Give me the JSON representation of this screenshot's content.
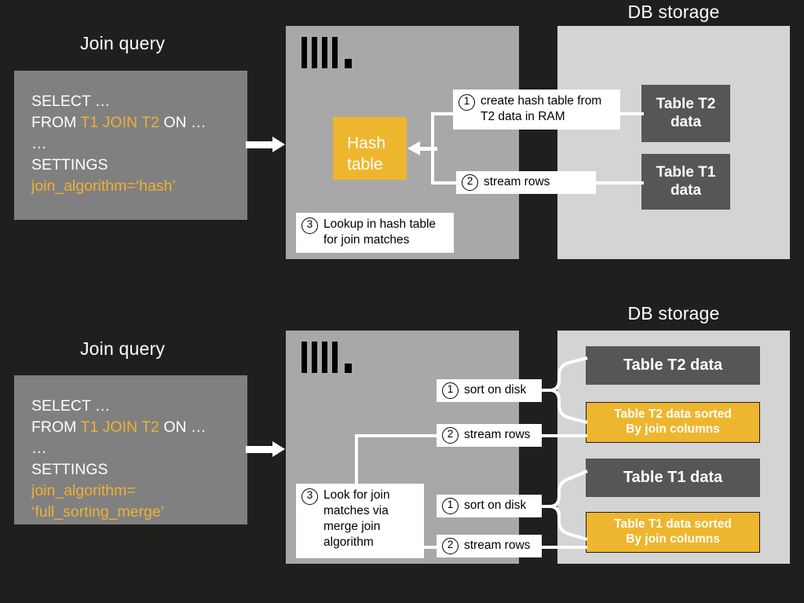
{
  "diagram": {
    "title_hash_query": "Join query",
    "title_hash_storage": "DB storage",
    "title_merge_query": "Join query",
    "title_merge_storage": "DB storage"
  },
  "colors": {
    "background": "#1f1f1d",
    "query_box": "#808080",
    "server_panel": "#a8a8a8",
    "db_panel": "#d4d4d4",
    "table_chip": "#565656",
    "accent_yellow": "#eeb62e",
    "text_white": "#ffffff",
    "callout_bg": "#ffffff"
  },
  "hash_join": {
    "query": {
      "line1": "SELECT …",
      "line2_prefix": "FROM ",
      "line2_highlight": "T1 JOIN T2",
      "line2_suffix": " ON …",
      "line3": "…",
      "line4": "SETTINGS",
      "line5": "join_algorithm=‘hash’"
    },
    "hash_table_label": "Hash\ntable",
    "hash_table_line1": "Hash",
    "hash_table_line2": "table",
    "steps": [
      {
        "num": "1",
        "text": "create hash table from\nT2 data in RAM"
      },
      {
        "num": "2",
        "text": "stream rows"
      },
      {
        "num": "3",
        "text": "Lookup in hash table\nfor join matches"
      }
    ],
    "storage_tables": [
      {
        "line1": "Table T2",
        "line2": "data"
      },
      {
        "line1": "Table T1",
        "line2": "data"
      }
    ]
  },
  "merge_join": {
    "query": {
      "line1": "SELECT …",
      "line2_prefix": "FROM ",
      "line2_highlight": "T1 JOIN T2",
      "line2_suffix": " ON …",
      "line3": "…",
      "line4": "SETTINGS",
      "line5": "join_algorithm=",
      "line6": "‘full_sorting_merge’"
    },
    "steps": [
      {
        "num": "1",
        "text": "sort on disk"
      },
      {
        "num": "2",
        "text": "stream rows"
      },
      {
        "num": "1",
        "text": "sort on disk"
      },
      {
        "num": "2",
        "text": "stream rows"
      },
      {
        "num": "3",
        "text": "Look for join\nmatches via\nmerge join\nalgorithm"
      }
    ],
    "storage_tables": [
      {
        "label": "Table T2 data",
        "sorted": false
      },
      {
        "label": "Table T2 data sorted\nBy join columns",
        "sorted": true
      },
      {
        "label": "Table T1 data",
        "sorted": false
      },
      {
        "label": "Table T1 data sorted\nBy join columns",
        "sorted": true
      }
    ]
  },
  "icons": {
    "logo": "clickhouse-logo",
    "arrow": "arrow-right-icon"
  }
}
